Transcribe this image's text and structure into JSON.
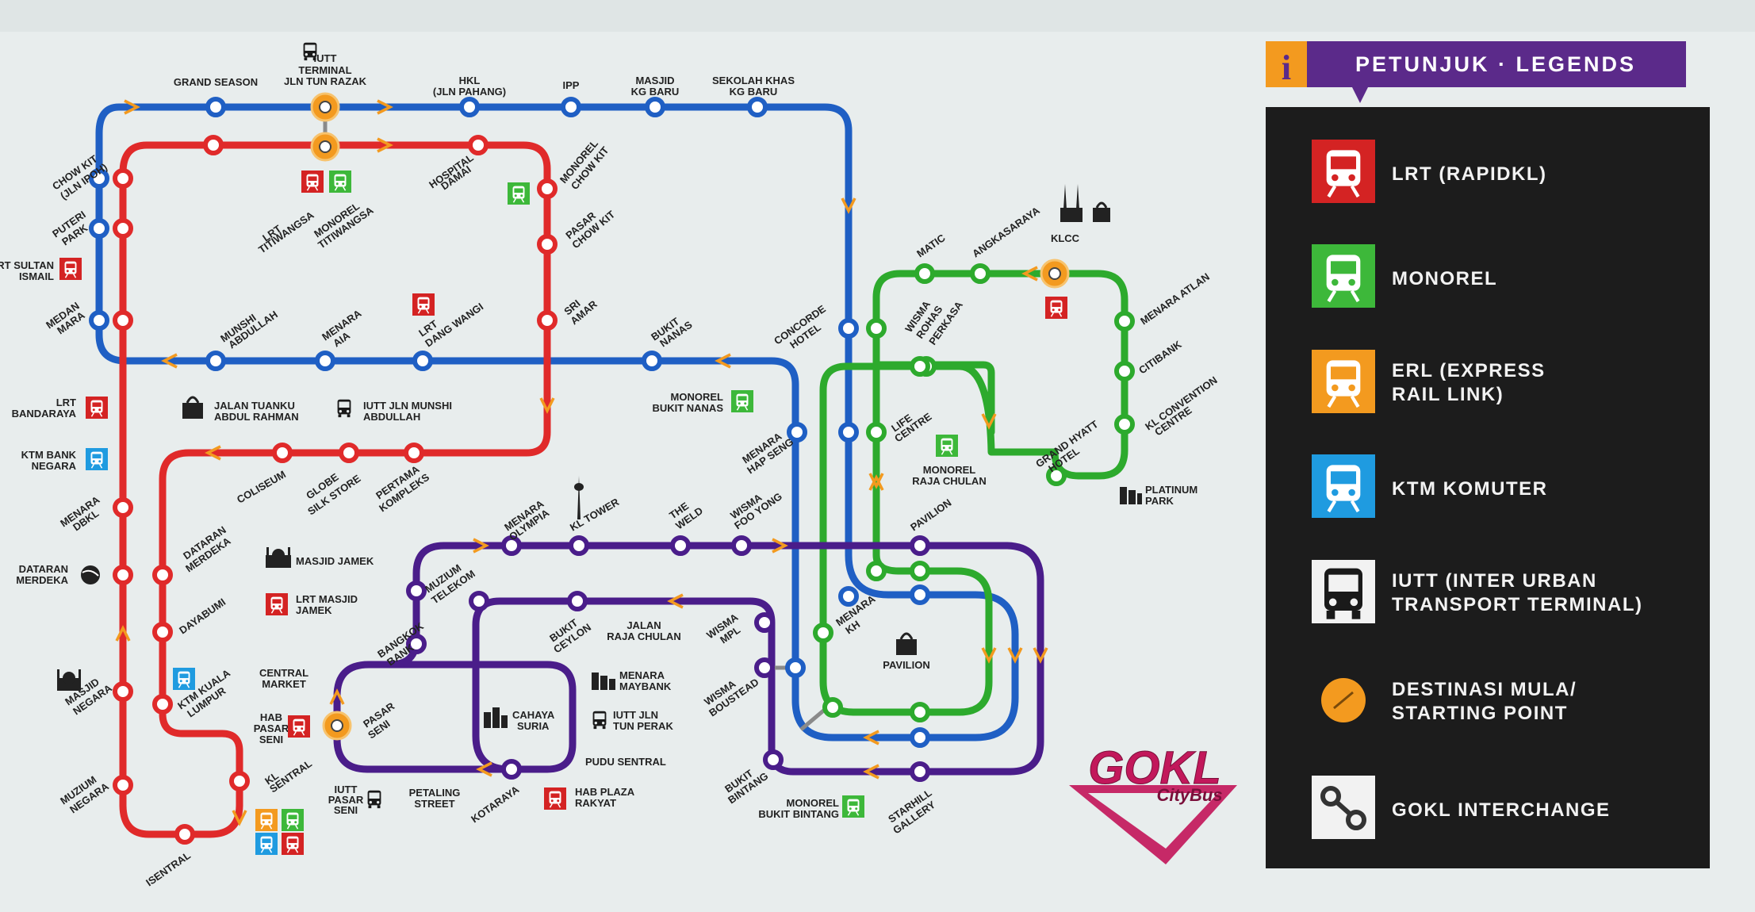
{
  "colors": {
    "lrt": "#d42323",
    "monorel": "#3db83a",
    "erl": "#f39a1f",
    "ktm": "#1f9be0",
    "iutt": "#1a1a1a",
    "interchange": "#8a8a8a",
    "blue_line": "#1f5fc4",
    "red_line": "#e02a2a",
    "green_line": "#2daa2d",
    "purple_line": "#4a1d8a",
    "legend_bg": "#1c1c1c",
    "legend_header": "#5b2a8a",
    "brand": "#c2185b"
  },
  "legend": {
    "title": "PETUNJUK · LEGENDS",
    "items": [
      {
        "key": "lrt",
        "line1": "LRT (RAPIDKL)",
        "line2": ""
      },
      {
        "key": "monorel",
        "line1": "MONOREL",
        "line2": ""
      },
      {
        "key": "erl",
        "line1": "ERL (EXPRESS",
        "line2": "RAIL LINK)"
      },
      {
        "key": "ktm",
        "line1": "KTM KOMUTER",
        "line2": ""
      },
      {
        "key": "iutt",
        "line1": "IUTT (INTER URBAN",
        "line2": "TRANSPORT TERMINAL)"
      },
      {
        "key": "start",
        "line1": "DESTINASI MULA/",
        "line2": "STARTING POINT"
      },
      {
        "key": "interchange",
        "line1": "GOKL INTERCHANGE",
        "line2": ""
      }
    ]
  },
  "brand": {
    "name": "GOKL",
    "sub": "CityBus"
  },
  "stations": {
    "grand_season": "GRAND SEASON",
    "iutt_top_1": "IUTT",
    "iutt_top_2": "TERMINAL",
    "iutt_top_3": "JLN TUN RAZAK",
    "hkl_1": "HKL",
    "hkl_2": "(JLN PAHANG)",
    "ipp": "IPP",
    "masjid_kg_baru_1": "MASJID",
    "masjid_kg_baru_2": "KG BARU",
    "sekolah_1": "SEKOLAH KHAS",
    "sekolah_2": "KG BARU",
    "chow_kit_1": "CHOW KIT",
    "chow_kit_2": "(JLN IPOH)",
    "puteri_park_1": "PUTERI",
    "puteri_park_2": "PARK",
    "lrt_sultan_1": "LRT SULTAN",
    "lrt_sultan_2": "ISMAIL",
    "medan_mara_1": "MEDAN",
    "medan_mara_2": "MARA",
    "lrt_bandaraya_1": "LRT",
    "lrt_bandaraya_2": "BANDARAYA",
    "ktm_bank_1": "KTM BANK",
    "ktm_bank_2": "NEGARA",
    "menara_dbkl_1": "MENARA",
    "menara_dbkl_2": "DBKL",
    "dataran_1": "DATARAN",
    "dataran_2": "MERDEKA",
    "masjid_negara_1": "MASJID",
    "masjid_negara_2": "NEGARA",
    "muzium_negara_1": "MUZIUM",
    "muzium_negara_2": "NEGARA",
    "lrt_titiwangsa_1": "LRT",
    "lrt_titiwangsa_2": "TITIWANGSA",
    "monorel_titiwangsa_1": "MONOREL",
    "monorel_titiwangsa_2": "TITIWANGSA",
    "hospital_damai_1": "HOSPITAL",
    "hospital_damai_2": "DAMAI",
    "monorel_chow_kit_1": "MONOREL",
    "monorel_chow_kit_2": "CHOW KIT",
    "pasar_chow_kit_1": "PASAR",
    "pasar_chow_kit_2": "CHOW KIT",
    "sri_amar_1": "SRI",
    "sri_amar_2": "AMAR",
    "munshi_1": "MUNSHI",
    "munshi_2": "ABDULLAH",
    "menara_aia_1": "MENARA",
    "menara_aia_2": "AIA",
    "lrt_dang_wangi_1": "LRT",
    "lrt_dang_wangi_2": "DANG WANGI",
    "bukit_nanas_1": "BUKIT",
    "bukit_nanas_2": "NANAS",
    "jalan_tar_1": "JALAN TUANKU",
    "jalan_tar_2": "ABDUL RAHMAN",
    "iutt_munshi_1": "IUTT JLN MUNSHI",
    "iutt_munshi_2": "ABDULLAH",
    "monorel_bukit_nanas_1": "MONOREL",
    "monorel_bukit_nanas_2": "BUKIT NANAS",
    "coliseum": "COLISEUM",
    "globe_1": "GLOBE",
    "globe_2": "SILK STORE",
    "pertama_1": "PERTAMA",
    "pertama_2": "KOMPLEKS",
    "dataran_merdeka_stn_1": "DATARAN",
    "dataran_merdeka_stn_2": "MERDEKA",
    "masjid_jamek": "MASJID JAMEK",
    "lrt_masjid_jamek_1": "LRT MASJID",
    "lrt_masjid_jamek_2": "JAMEK",
    "dayabumi": "DAYABUMI",
    "central_market_1": "CENTRAL",
    "central_market_2": "MARKET",
    "ktm_kl_1": "KTM KUALA",
    "ktm_kl_2": "LUMPUR",
    "hab_pasar_seni_1": "HAB",
    "hab_pasar_seni_2": "PASAR",
    "hab_pasar_seni_3": "SENI",
    "kl_sentral_1": "KL",
    "kl_sentral_2": "SENTRAL",
    "isentral": "ISENTRAL",
    "iutt_pasar_seni_1": "IUTT",
    "iutt_pasar_seni_2": "PASAR",
    "iutt_pasar_seni_3": "SENI",
    "petaling_1": "PETALING",
    "petaling_2": "STREET",
    "kotaraya": "KOTARAYA",
    "hab_plaza_1": "HAB PLAZA",
    "hab_plaza_2": "RAKYAT",
    "pudu_sentral": "PUDU SENTRAL",
    "menara_olympia_1": "MENARA",
    "menara_olympia_2": "OLYMPIA",
    "kl_tower": "KL TOWER",
    "the_weld_1": "THE",
    "the_weld_2": "WELD",
    "wisma_foo_1": "WISMA",
    "wisma_foo_2": "FOO YONG",
    "muzium_telekom_1": "MUZIUM",
    "muzium_telekom_2": "TELEKOM",
    "bangkok_bank_1": "BANGKOK",
    "bangkok_bank_2": "BANK",
    "pasar_seni_1": "PASAR",
    "pasar_seni_2": "SENI",
    "bukit_ceylon_1": "BUKIT",
    "bukit_ceylon_2": "CEYLON",
    "jalan_raja_chulan_1": "JALAN",
    "jalan_raja_chulan_2": "RAJA CHULAN",
    "wisma_mpl_1": "WISMA",
    "wisma_mpl_2": "MPL",
    "menara_maybank_1": "MENARA",
    "menara_maybank_2": "MAYBANK",
    "cahaya_suria_1": "CAHAYA",
    "cahaya_suria_2": "SURIA",
    "iutt_tun_perak_1": "IUTT JLN",
    "iutt_tun_perak_2": "TUN PERAK",
    "wisma_boustead_1": "WISMA",
    "wisma_boustead_2": "BOUSTEAD",
    "bukit_bintang_1": "BUKIT",
    "bukit_bintang_2": "BINTANG",
    "monorel_bukit_bintang_1": "MONOREL",
    "monorel_bukit_bintang_2": "BUKIT BINTANG",
    "starhill_1": "STARHILL",
    "starhill_2": "GALLERY",
    "pavilion_top": "PAVILION",
    "pavilion_poi": "PAVILION",
    "menara_kh_1": "MENARA",
    "menara_kh_2": "KH",
    "concorde_1": "CONCORDE",
    "concorde_2": "HOTEL",
    "menara_hap_seng_1": "MENARA",
    "menara_hap_seng_2": "HAP SENG",
    "life_centre_1": "LIFE",
    "life_centre_2": "CENTRE",
    "monorel_raja_chulan_1": "MONOREL",
    "monorel_raja_chulan_2": "RAJA CHULAN",
    "matic": "MATIC",
    "angkasaraya": "ANGKASARAYA",
    "klcc": "KLCC",
    "wisma_rohas_1": "WISMA",
    "wisma_rohas_2": "ROHAS",
    "wisma_rohas_3": "PERKASA",
    "menara_atlan_1": "MENARA ATLAN",
    "citibank": "CITIBANK",
    "kl_convention_1": "KL CONVENTION",
    "kl_convention_2": "CENTRE",
    "grand_hyatt_1": "GRAND HYATT",
    "grand_hyatt_2": "HOTEL",
    "platinum_1": "PLATINUM",
    "platinum_2": "PARK"
  }
}
